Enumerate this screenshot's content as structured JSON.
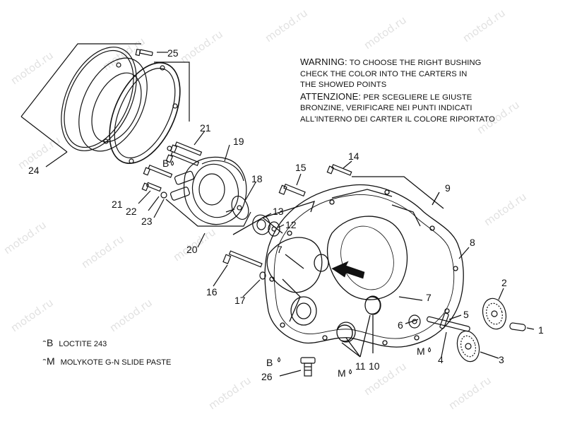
{
  "watermark": "motod.ru",
  "warning": {
    "en_keyword": "WARNING:",
    "en_line1": "TO CHOOSE THE RIGHT BUSHING",
    "en_line2": "CHECK THE COLOR INTO THE CARTERS IN",
    "en_line3": "THE SHOWED POINTS",
    "it_keyword": "ATTENZIONE:",
    "it_line1": "PER SCEGLIERE LE GIUSTE",
    "it_line2": "BRONZINE, VERIFICARE NEI PUNTI INDICATI",
    "it_line3": "ALL'INTERNO DEI CARTER IL COLORE RIPORTATO"
  },
  "legend": [
    {
      "drop": "ิ",
      "letter": "B",
      "text": "LOCTITE 243"
    },
    {
      "drop": "ิ",
      "letter": "M",
      "text": "MOLYKOTE G-N SLIDE PASTE"
    }
  ],
  "callouts": {
    "c1": "1",
    "c2": "2",
    "c3": "3",
    "c4": "4",
    "c5": "5",
    "c6": "6",
    "c7a": "7",
    "c7b": "7",
    "c8": "8",
    "c9": "9",
    "c10": "10",
    "c11": "11",
    "c12": "12",
    "c13": "13",
    "c14": "14",
    "c15": "15",
    "c16": "16",
    "c17": "17",
    "c18": "18",
    "c19": "19",
    "c20": "20",
    "c21a": "21",
    "c21b": "21",
    "c22": "22",
    "c23": "23",
    "c24": "24",
    "c25": "25",
    "c26": "26",
    "bA": "B",
    "bB": "B",
    "mA": "M",
    "mB": "M"
  },
  "colors": {
    "ink": "#111111",
    "watermark": "#c9c9c9",
    "arrow": "#111111"
  }
}
